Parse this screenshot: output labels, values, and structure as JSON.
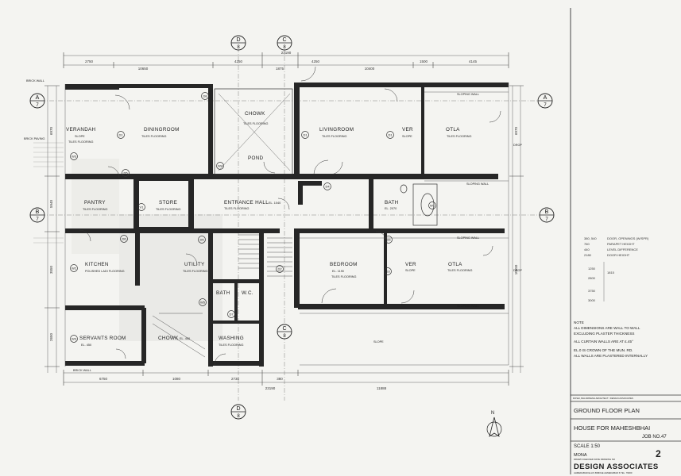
{
  "plan": {
    "rooms": {
      "verandah": "VERANDAH",
      "diningroom": "DININGROOM",
      "chowk_top": "CHOWK",
      "pond": "POND",
      "livingroom": "LIVINGROOM",
      "ver_top": "VER",
      "otla_top": "OTLA",
      "pantry": "PANTRY",
      "store": "STORE",
      "entrance_hall": "ENTRANCE HALL",
      "bath_right": "BATH",
      "kitchen": "KITCHEN",
      "utility": "UTILITY",
      "bedroom": "BEDROOM",
      "ver_bottom": "VER",
      "otla_bottom": "OTLA",
      "bath_mid": "BATH",
      "wc": "W.C.",
      "servants_room": "SERVANTS ROOM",
      "chowk_bottom": "CHOWK",
      "washing": "WASHING"
    },
    "floorings": {
      "tiles": "TILES FLOORING",
      "polished": "POLISHED LADI FLOORING",
      "slope": "SLOPE"
    },
    "levels": {
      "entrance": "EL. 1040",
      "bedroom": "EL. 1190",
      "servants": "EL. 450",
      "chowk": "EL. 450",
      "bath": "EL. 2070"
    },
    "side_notes": {
      "brick_wall": "BRICK WALL",
      "brick_paving": "BRICK PAVING",
      "sloping_wall": "SLOPING WALL",
      "drop": "DROP",
      "slope": "SLOPE"
    },
    "section_markers": {
      "a": "A",
      "b": "B",
      "c": "C",
      "d": "D",
      "sheet": "7",
      "sheet_8": "8"
    },
    "top_dims": [
      "2750",
      "10650",
      "4250",
      "1875",
      "4250",
      "10400",
      "1500",
      "4145"
    ],
    "overall_top": "23190",
    "top_sub": "1875",
    "bottom_dims": [
      "6750",
      "1080",
      "2730",
      "380",
      "11888"
    ],
    "overall_bottom": "23190",
    "left_dims": [
      "6970",
      "5940",
      "3550",
      "2650"
    ],
    "right_dims": [
      "6970",
      "10550"
    ],
    "door_tags": [
      "D1",
      "D2",
      "D3",
      "D4",
      "D5",
      "D6",
      "D7",
      "D8",
      "W1",
      "W2",
      "W3",
      "W4",
      "W5",
      "V1"
    ]
  },
  "legend": {
    "rows": [
      {
        "code": "380, 540",
        "text": "DOOR, OPENINGS (W/SPR)"
      },
      {
        "code": "760",
        "text": "PARAPET HEIGHT"
      },
      {
        "code": "440",
        "text": "LEVEL DIFFERENCE"
      },
      {
        "code": "2180",
        "text": "DOOR HEIGHT"
      }
    ],
    "stack": [
      "1250",
      "1815",
      "2800",
      "3750",
      "3000"
    ]
  },
  "notes": {
    "title": "NOTE",
    "lines": [
      "ALL DIMENSIONS ARE WALL TO WALL",
      "EXCLUDING PLASTER THICKNESS",
      "ALL CURTAIN WALLS ARE AT £.45°",
      "EL.0 IS CROWN OF THE MUN. RD.",
      "ALL WALLS ARE PLASTERED INTERNALLY"
    ]
  },
  "title_block": {
    "small_line": "DOSHI, BALKRISHNA ARCHITECT / DESIGN ASSOCIATES",
    "sheet_title": "GROUND FLOOR PLAN",
    "project": "HOUSE FOR MAHESHBHAI",
    "job": "JOB NO.47",
    "scale": "SCALE 1:50",
    "drawn": "MONA",
    "drawn_row": "DRAWN   CHECKED   DATE   DRAWING NO",
    "drawing_no": "2",
    "firm": "DESIGN ASSOCIATES",
    "address": "AHMEDABAD   ELLIS BRIDGE   AHMEDABAD 6   TEL. 79000"
  },
  "north": {
    "label": "N"
  }
}
